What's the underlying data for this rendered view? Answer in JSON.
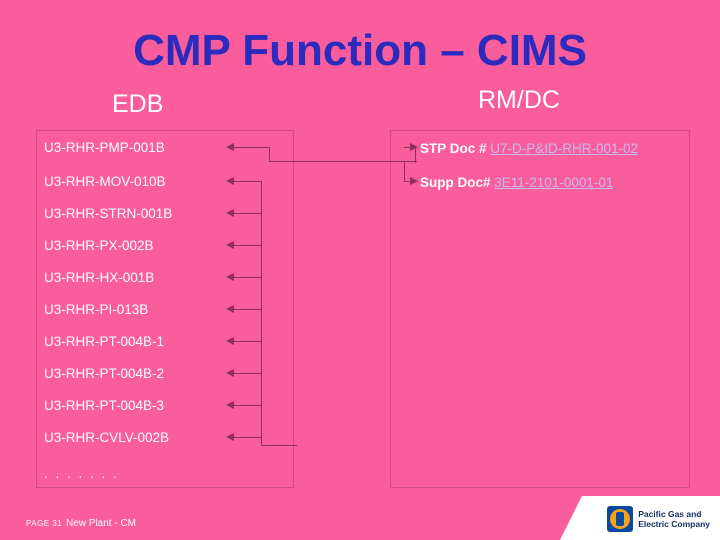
{
  "slide": {
    "title": "CMP Function – CIMS",
    "columns": {
      "left_header": "EDB",
      "right_header": "RM/DC"
    },
    "left_items": [
      "U3-RHR-PMP-001B",
      "U3-RHR-MOV-010B",
      "U3-RHR-STRN-001B",
      "U3-RHR-PX-002B",
      "U3-RHR-HX-001B",
      "U3-RHR-PI-013B",
      "U3-RHR-PT-004B-1",
      "U3-RHR-PT-004B-2",
      "U3-RHR-PT-004B-3",
      "U3-RHR-CVLV-002B"
    ],
    "left_ellipsis": ". . . . . . .",
    "right_items": [
      {
        "label": "STP Doc # ",
        "link": "U7-D-P&ID-RHR-001-02"
      },
      {
        "label": "Supp Doc# ",
        "link": "3E11-2101-0001-01"
      }
    ],
    "footer": {
      "page_number": "PAGE 31",
      "text": "New Plant - CM",
      "logo_line1": "Pacific Gas and",
      "logo_line2": "Electric Company"
    }
  }
}
